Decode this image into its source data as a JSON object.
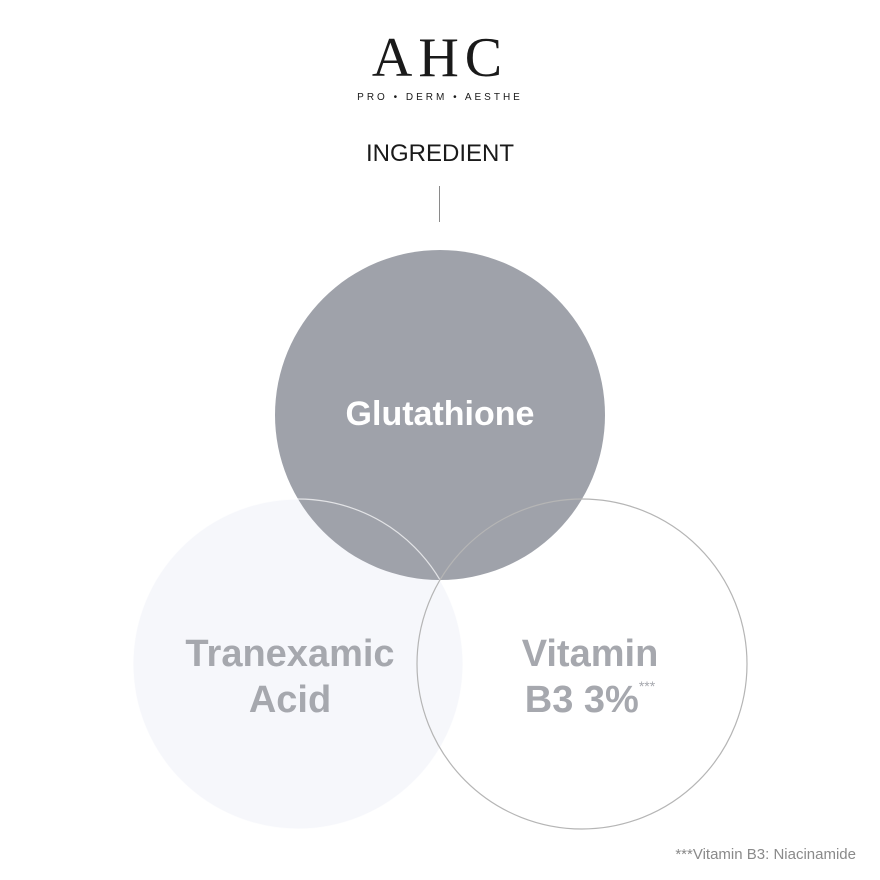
{
  "brand": {
    "logo": "AHC",
    "tagline": "PRO • DERM • AESTHE"
  },
  "heading": "INGREDIENT",
  "venn": {
    "top": "Glutathione",
    "left_line1": "Tranexamic",
    "left_line2": "Acid",
    "right_line1": "Vitamin",
    "right_line2": "B3 3%",
    "right_marker": "***"
  },
  "footnote": "***Vitamin B3: Niacinamide",
  "colors": {
    "top_fill": "#9fa2aa",
    "left_fill": "#f6f7fb",
    "right_stroke": "#b5b5b5",
    "label_gray": "#a6a8ae"
  }
}
